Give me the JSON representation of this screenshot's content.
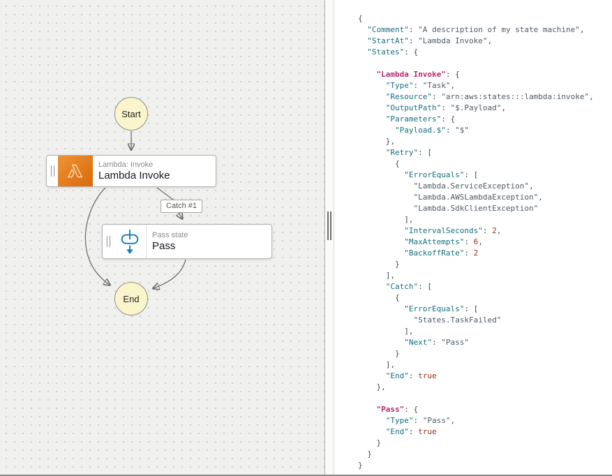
{
  "canvas": {
    "nodes": {
      "start": {
        "label": "Start"
      },
      "lambda": {
        "type_label": "Lambda: Invoke",
        "name": "Lambda Invoke"
      },
      "pass": {
        "type_label": "Pass state",
        "name": "Pass"
      },
      "end": {
        "label": "End"
      }
    },
    "edge_labels": {
      "catch": "Catch #1"
    }
  },
  "colors": {
    "start_end_fill": "#fbf5cd",
    "lambda_orange_start": "#ef9136",
    "lambda_orange_end": "#d96a08",
    "pass_blue": "#1180b8",
    "code_key": "#16707e",
    "code_string": "#4f5b66",
    "code_number": "#9c2e20",
    "code_state_name": "#b72b6e",
    "code_punct": "#3f4a54"
  },
  "code": {
    "lines": [
      [
        [
          "p",
          "{"
        ]
      ],
      [
        [
          "p",
          "  "
        ],
        [
          "k",
          "\"Comment\""
        ],
        [
          "p",
          ": "
        ],
        [
          "s",
          "\"A description of my state machine\""
        ],
        [
          "p",
          ","
        ]
      ],
      [
        [
          "p",
          "  "
        ],
        [
          "k",
          "\"StartAt\""
        ],
        [
          "p",
          ": "
        ],
        [
          "s",
          "\"Lambda Invoke\""
        ],
        [
          "p",
          ","
        ]
      ],
      [
        [
          "p",
          "  "
        ],
        [
          "k",
          "\"States\""
        ],
        [
          "p",
          ": {"
        ]
      ],
      [],
      [
        [
          "p",
          "    "
        ],
        [
          "st",
          "\"Lambda Invoke\""
        ],
        [
          "p",
          ": {"
        ]
      ],
      [
        [
          "p",
          "      "
        ],
        [
          "k",
          "\"Type\""
        ],
        [
          "p",
          ": "
        ],
        [
          "s",
          "\"Task\""
        ],
        [
          "p",
          ","
        ]
      ],
      [
        [
          "p",
          "      "
        ],
        [
          "k",
          "\"Resource\""
        ],
        [
          "p",
          ": "
        ],
        [
          "s",
          "\"arn:aws:states:::lambda:invoke\""
        ],
        [
          "p",
          ","
        ]
      ],
      [
        [
          "p",
          "      "
        ],
        [
          "k",
          "\"OutputPath\""
        ],
        [
          "p",
          ": "
        ],
        [
          "s",
          "\"$.Payload\""
        ],
        [
          "p",
          ","
        ]
      ],
      [
        [
          "p",
          "      "
        ],
        [
          "k",
          "\"Parameters\""
        ],
        [
          "p",
          ": {"
        ]
      ],
      [
        [
          "p",
          "        "
        ],
        [
          "k",
          "\"Payload.$\""
        ],
        [
          "p",
          ": "
        ],
        [
          "s",
          "\"$\""
        ]
      ],
      [
        [
          "p",
          "      },"
        ]
      ],
      [
        [
          "p",
          "      "
        ],
        [
          "k",
          "\"Retry\""
        ],
        [
          "p",
          ": ["
        ]
      ],
      [
        [
          "p",
          "        {"
        ]
      ],
      [
        [
          "p",
          "          "
        ],
        [
          "k",
          "\"ErrorEquals\""
        ],
        [
          "p",
          ": ["
        ]
      ],
      [
        [
          "p",
          "            "
        ],
        [
          "s",
          "\"Lambda.ServiceException\""
        ],
        [
          "p",
          ","
        ]
      ],
      [
        [
          "p",
          "            "
        ],
        [
          "s",
          "\"Lambda.AWSLambdaException\""
        ],
        [
          "p",
          ","
        ]
      ],
      [
        [
          "p",
          "            "
        ],
        [
          "s",
          "\"Lambda.SdkClientException\""
        ]
      ],
      [
        [
          "p",
          "          ],"
        ]
      ],
      [
        [
          "p",
          "          "
        ],
        [
          "k",
          "\"IntervalSeconds\""
        ],
        [
          "p",
          ": "
        ],
        [
          "n",
          "2"
        ],
        [
          "p",
          ","
        ]
      ],
      [
        [
          "p",
          "          "
        ],
        [
          "k",
          "\"MaxAttempts\""
        ],
        [
          "p",
          ": "
        ],
        [
          "n",
          "6"
        ],
        [
          "p",
          ","
        ]
      ],
      [
        [
          "p",
          "          "
        ],
        [
          "k",
          "\"BackoffRate\""
        ],
        [
          "p",
          ": "
        ],
        [
          "n",
          "2"
        ]
      ],
      [
        [
          "p",
          "        }"
        ]
      ],
      [
        [
          "p",
          "      ],"
        ]
      ],
      [
        [
          "p",
          "      "
        ],
        [
          "k",
          "\"Catch\""
        ],
        [
          "p",
          ": ["
        ]
      ],
      [
        [
          "p",
          "        {"
        ]
      ],
      [
        [
          "p",
          "          "
        ],
        [
          "k",
          "\"ErrorEquals\""
        ],
        [
          "p",
          ": ["
        ]
      ],
      [
        [
          "p",
          "            "
        ],
        [
          "s",
          "\"States.TaskFailed\""
        ]
      ],
      [
        [
          "p",
          "          ],"
        ]
      ],
      [
        [
          "p",
          "          "
        ],
        [
          "k",
          "\"Next\""
        ],
        [
          "p",
          ": "
        ],
        [
          "s",
          "\"Pass\""
        ]
      ],
      [
        [
          "p",
          "        }"
        ]
      ],
      [
        [
          "p",
          "      ],"
        ]
      ],
      [
        [
          "p",
          "      "
        ],
        [
          "k",
          "\"End\""
        ],
        [
          "p",
          ": "
        ],
        [
          "n",
          "true"
        ]
      ],
      [
        [
          "p",
          "    },"
        ]
      ],
      [],
      [
        [
          "p",
          "    "
        ],
        [
          "st",
          "\"Pass\""
        ],
        [
          "p",
          ": {"
        ]
      ],
      [
        [
          "p",
          "      "
        ],
        [
          "k",
          "\"Type\""
        ],
        [
          "p",
          ": "
        ],
        [
          "s",
          "\"Pass\""
        ],
        [
          "p",
          ","
        ]
      ],
      [
        [
          "p",
          "      "
        ],
        [
          "k",
          "\"End\""
        ],
        [
          "p",
          ": "
        ],
        [
          "n",
          "true"
        ]
      ],
      [
        [
          "p",
          "    }"
        ]
      ],
      [
        [
          "p",
          "  }"
        ]
      ],
      [
        [
          "p",
          "}"
        ]
      ]
    ]
  }
}
